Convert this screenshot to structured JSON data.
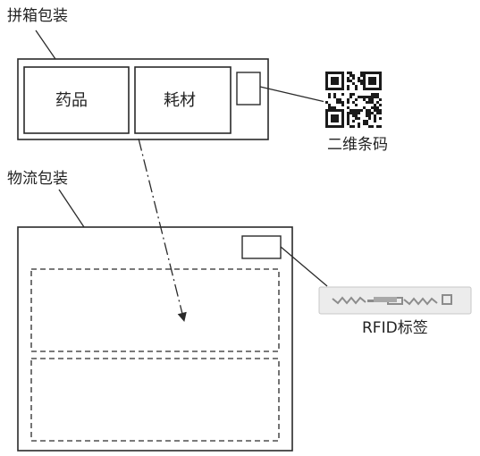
{
  "labels": {
    "kit_packaging": "拼箱包装",
    "logistics_packaging": "物流包装",
    "medicine": "药品",
    "consumables": "耗材",
    "qr_code": "二维条码",
    "rfid_tag": "RFID标签"
  },
  "colors": {
    "line": "#2a2a2a",
    "rfid_inlay": "#9a9a9a"
  }
}
